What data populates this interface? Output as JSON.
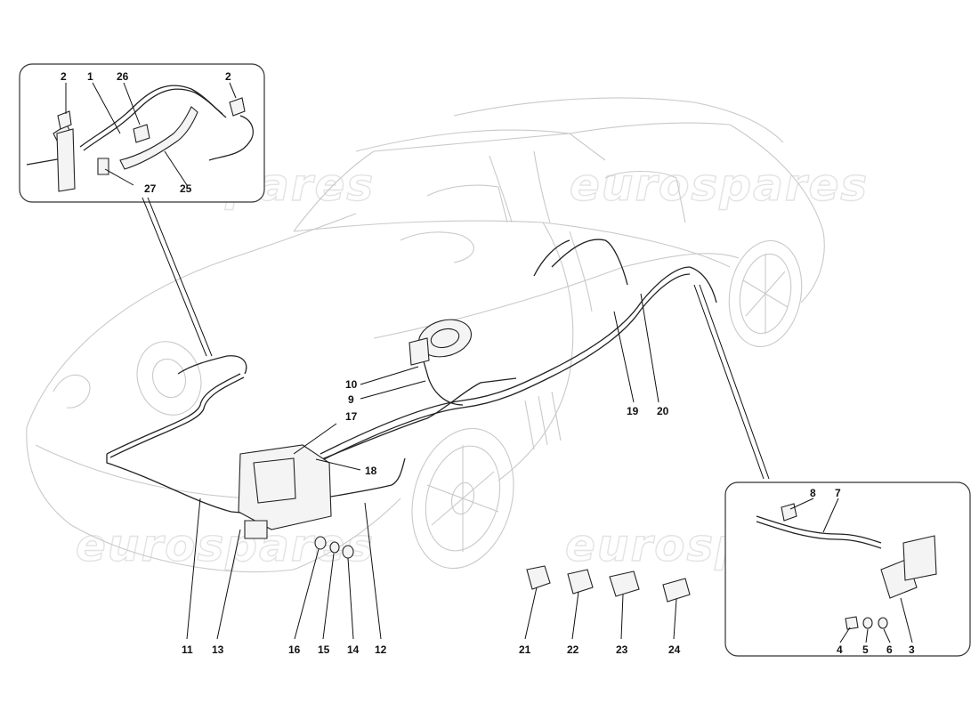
{
  "watermark": "eurospares",
  "callouts": {
    "c1": "1",
    "c2a": "2",
    "c2b": "2",
    "c26": "26",
    "c25": "25",
    "c27": "27",
    "c10": "10",
    "c9": "9",
    "c17": "17",
    "c18": "18",
    "c19": "19",
    "c20": "20",
    "c11": "11",
    "c13": "13",
    "c16": "16",
    "c15": "15",
    "c14": "14",
    "c12": "12",
    "c21": "21",
    "c22": "22",
    "c23": "23",
    "c24": "24",
    "c8": "8",
    "c7": "7",
    "c4": "4",
    "c5": "5",
    "c6": "6",
    "c3": "3"
  }
}
